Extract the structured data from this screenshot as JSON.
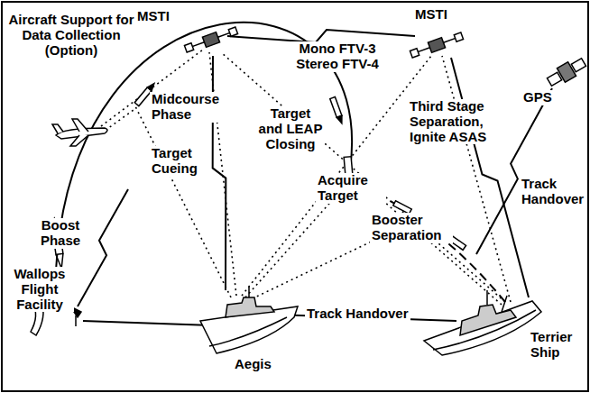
{
  "diagram": {
    "labels": [
      "Aircraft Support for Data Collection (Option)",
      "MSTI",
      "MSTI",
      "Mono FTV-3 Stereo FTV-4",
      "Midcourse Phase",
      "Target Cueing",
      "Boost Phase",
      "Wallops Flight Facility",
      "Target and LEAP Closing",
      "Acquire Target",
      "Third Stage Separation, Ignite ASAS",
      "GPS",
      "Track Handover",
      "Booster Separation",
      "Track Handover",
      "Aegis",
      "Terrier Ship"
    ]
  }
}
